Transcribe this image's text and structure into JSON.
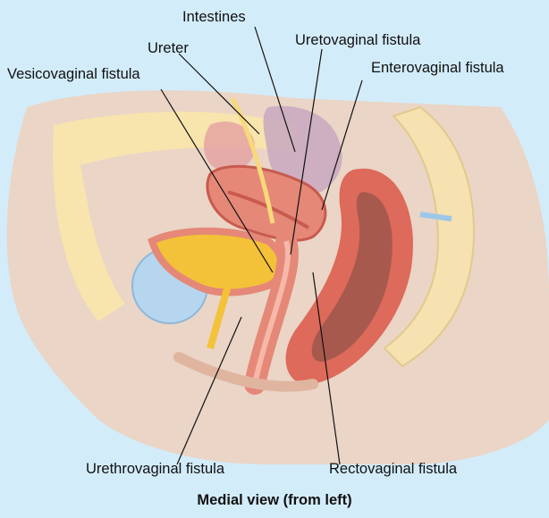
{
  "labels": {
    "intestines": "Intestines",
    "ureter": "Ureter",
    "uretovaginal": "Uretovaginal fistula",
    "vesicovaginal": "Vesicovaginal fistula",
    "enterovaginal": "Enterovaginal fistula",
    "urethrovaginal": "Urethrovaginal fistula",
    "rectovaginal": "Rectovaginal fistula"
  },
  "caption": "Medial view (from left)",
  "colors": {
    "background": "#d3ecfa",
    "body_skin": "#f2cdb4",
    "spine_bone": "#f5e2b0",
    "fat_layer": "#fbe7a6",
    "uterus": "#e58878",
    "uterus_lining": "#c85a4e",
    "bladder": "#f3c238",
    "symphysis": "#b6d6ef",
    "intestine": "#c8a8c0",
    "rectum_wall": "#dd6a5a",
    "rectum_lumen": "#a8594e",
    "ureter": "#f7d97a"
  }
}
